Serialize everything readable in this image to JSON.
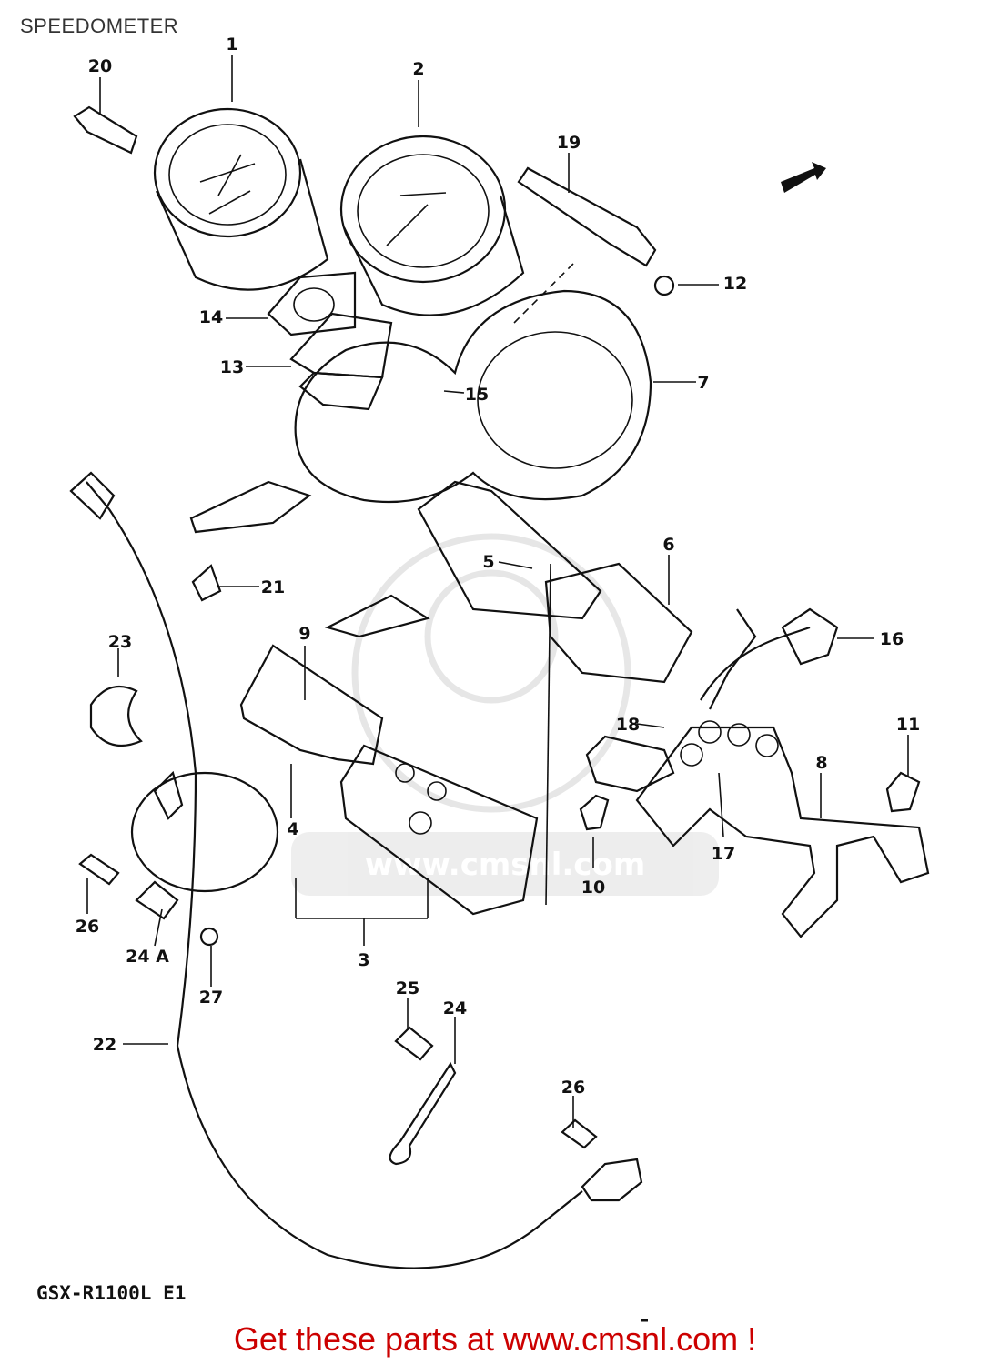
{
  "page": {
    "title": "SPEEDOMETER",
    "model_code": "GSX-R1100L E1",
    "footer_link": "Get these parts at www.cmsnl.com !",
    "footer_color": "#cc0000"
  },
  "callouts": [
    {
      "id": "1",
      "label": "1"
    },
    {
      "id": "2",
      "label": "2"
    },
    {
      "id": "3",
      "label": "3"
    },
    {
      "id": "4",
      "label": "4"
    },
    {
      "id": "5",
      "label": "5"
    },
    {
      "id": "6",
      "label": "6"
    },
    {
      "id": "7",
      "label": "7"
    },
    {
      "id": "8",
      "label": "8"
    },
    {
      "id": "9",
      "label": "9"
    },
    {
      "id": "10",
      "label": "10"
    },
    {
      "id": "11",
      "label": "11"
    },
    {
      "id": "12",
      "label": "12"
    },
    {
      "id": "13",
      "label": "13"
    },
    {
      "id": "14",
      "label": "14"
    },
    {
      "id": "15",
      "label": "15"
    },
    {
      "id": "16",
      "label": "16"
    },
    {
      "id": "17",
      "label": "17"
    },
    {
      "id": "18",
      "label": "18"
    },
    {
      "id": "19",
      "label": "19"
    },
    {
      "id": "20",
      "label": "20"
    },
    {
      "id": "21",
      "label": "21"
    },
    {
      "id": "22",
      "label": "22"
    },
    {
      "id": "23",
      "label": "23"
    },
    {
      "id": "24",
      "label": "24"
    },
    {
      "id": "24a",
      "label": "24 A"
    },
    {
      "id": "25",
      "label": "25"
    },
    {
      "id": "26",
      "label": "26"
    },
    {
      "id": "26b",
      "label": "26"
    },
    {
      "id": "27",
      "label": "27"
    }
  ],
  "watermark": {
    "text": "www.cmsnl.com"
  }
}
